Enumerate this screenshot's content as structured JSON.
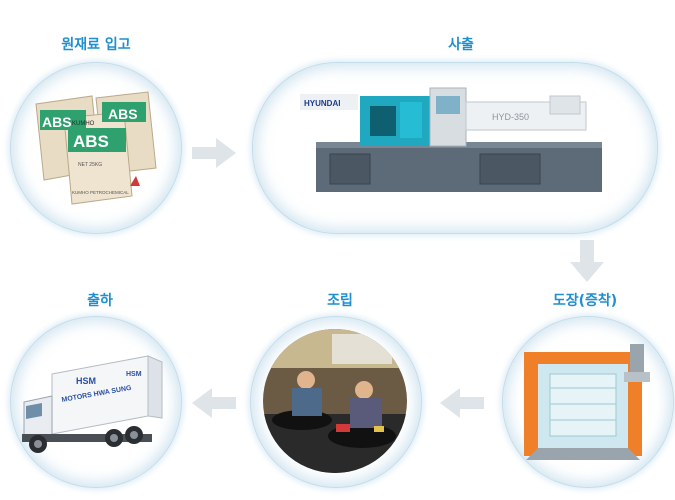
{
  "steps": [
    {
      "id": "raw-material",
      "label": "원재료 입고"
    },
    {
      "id": "injection",
      "label": "사출"
    },
    {
      "id": "painting",
      "label": "도장(증착)"
    },
    {
      "id": "assembly",
      "label": "조립"
    },
    {
      "id": "shipping",
      "label": "출하"
    }
  ],
  "bag": {
    "brand": "KUMHO",
    "product": "ABS",
    "net": "NET 25KG",
    "maker": "KUMHO PETROCHEMICAL"
  },
  "machine": {
    "brand": "HYUNDAI",
    "model": "HYD-350"
  },
  "truck": {
    "logo": "HSM",
    "name": "MOTORS HWA SUNG"
  },
  "colors": {
    "label": "#1f8fd0",
    "node_border": "#c5dcea",
    "arrow": "#dfe4e8",
    "booth": "#f07f2a"
  }
}
